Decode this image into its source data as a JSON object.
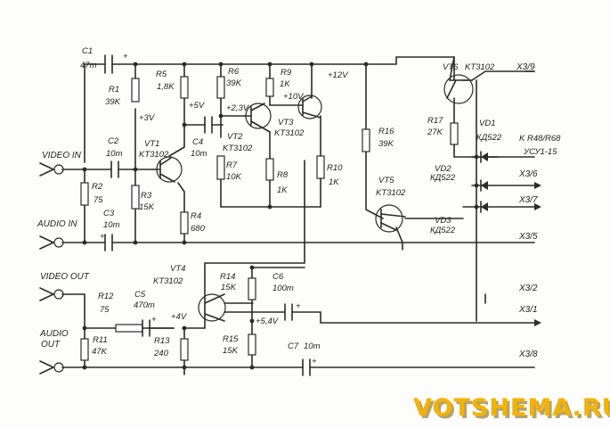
{
  "components": {
    "C1": {
      "ref": "C1",
      "value": "47m"
    },
    "C2": {
      "ref": "C2",
      "value": "10m"
    },
    "C3": {
      "ref": "C3",
      "value": "10m"
    },
    "C4": {
      "ref": "C4",
      "value": "10m"
    },
    "C5": {
      "ref": "C5",
      "value": "470m"
    },
    "C6": {
      "ref": "C6",
      "value": "100m"
    },
    "C7": {
      "ref": "C7",
      "value": "10m"
    },
    "R1": {
      "ref": "R1",
      "value": "39K"
    },
    "R2": {
      "ref": "R2",
      "value": "75"
    },
    "R3": {
      "ref": "R3",
      "value": "15K"
    },
    "R4": {
      "ref": "R4",
      "value": "680"
    },
    "R5": {
      "ref": "R5",
      "value": "1,8K"
    },
    "R6": {
      "ref": "R6",
      "value": "39K"
    },
    "R7": {
      "ref": "R7",
      "value": "10K"
    },
    "R8": {
      "ref": "R8",
      "value": "1K"
    },
    "R9": {
      "ref": "R9",
      "value": "1K"
    },
    "R10": {
      "ref": "R10",
      "value": "1K"
    },
    "R11": {
      "ref": "R11",
      "value": "47K"
    },
    "R12": {
      "ref": "R12",
      "value": "75"
    },
    "R13": {
      "ref": "R13",
      "value": "240"
    },
    "R14": {
      "ref": "R14",
      "value": "15K"
    },
    "R15": {
      "ref": "R15",
      "value": "15K"
    },
    "R16": {
      "ref": "R16",
      "value": "39K"
    },
    "R17": {
      "ref": "R17",
      "value": "27K"
    },
    "VT1": {
      "ref": "VT1",
      "type": "KT3102"
    },
    "VT2": {
      "ref": "VT2",
      "type": "KT3102"
    },
    "VT3": {
      "ref": "VT3",
      "type": "KT3102"
    },
    "VT4": {
      "ref": "VT4",
      "type": "KT3102"
    },
    "VT5": {
      "ref": "VT5",
      "type": "KT3102"
    },
    "VT6": {
      "ref": "VT6",
      "type": "KT3102"
    },
    "VD1": {
      "ref": "VD1",
      "type": "КД522"
    },
    "VD2": {
      "ref": "VD2",
      "type": "КД522"
    },
    "VD3": {
      "ref": "VD3",
      "type": "КД522"
    }
  },
  "voltages": {
    "v3": "+3V",
    "v5": "+5V",
    "v23": "+2,3V",
    "v10": "+10V",
    "v12": "+12V",
    "v4": "+4V",
    "v54": "+5,4V"
  },
  "signals": {
    "video_in": "VIDEO IN",
    "audio_in": "AUDIO IN",
    "video_out": "VIDEO OUT",
    "audio_out_1": "AUDIO",
    "audio_out_2": "OUT",
    "plus": "+"
  },
  "connectors": {
    "x39": "X3/9",
    "x36": "X3/6",
    "x37": "X3/7",
    "x35": "X3/5",
    "x32": "X3/2",
    "x31": "X3/1",
    "x38": "X3/8",
    "k_r48": "K R48/R68",
    "ycy": "УСУ1-15"
  },
  "watermark": {
    "text": "VOTSHEMA.RU"
  },
  "colors": {
    "wire": "#2b2b2b",
    "watermark": "#f2b300",
    "watermark_shadow": "#7a5a00"
  }
}
